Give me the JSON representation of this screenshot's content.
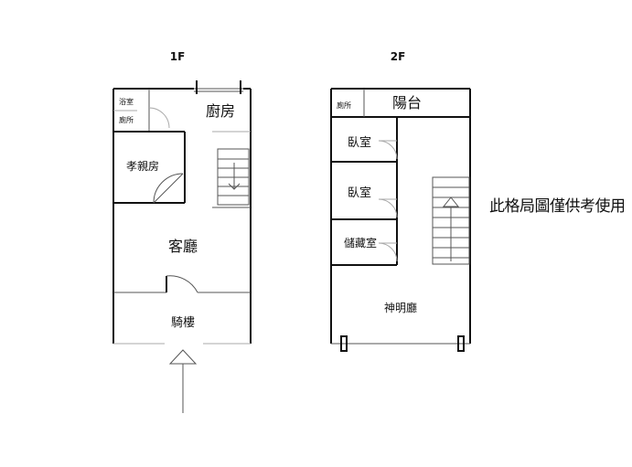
{
  "floor_1": {
    "label": "1F",
    "rooms": {
      "bathroom": "浴室",
      "toilet": "廁所",
      "kitchen": "廚房",
      "elder_room": "孝親房",
      "living_room": "客廳",
      "arcade": "騎樓"
    }
  },
  "floor_2": {
    "label": "2F",
    "rooms": {
      "toilet": "廁所",
      "balcony": "陽台",
      "bedroom_1": "臥室",
      "bedroom_2": "臥室",
      "storage": "儲藏室",
      "altar_hall": "神明廳"
    }
  },
  "note": "此格局圖僅供考使用",
  "colors": {
    "wall": "#111111",
    "line": "#555555",
    "background": "#ffffff"
  }
}
